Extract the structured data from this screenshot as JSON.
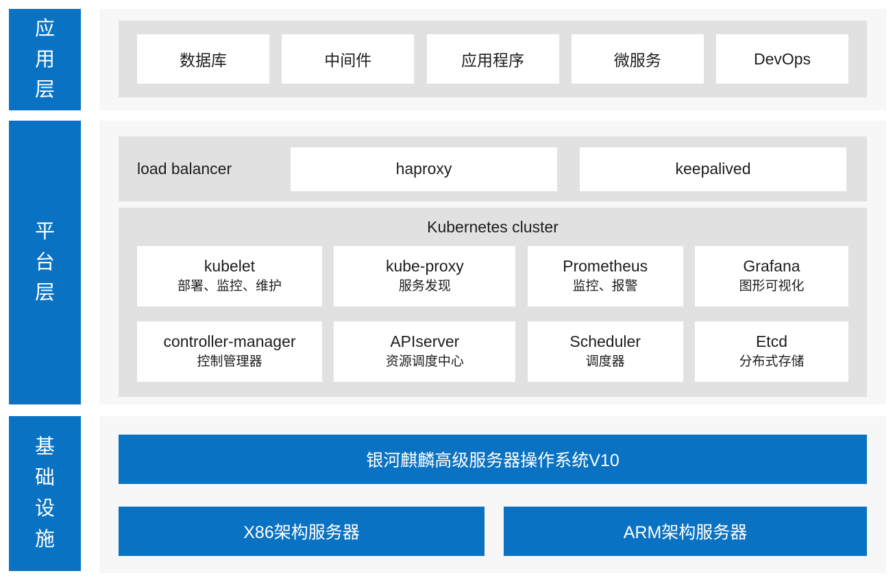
{
  "colors": {
    "accent_blue": "#0a72c2",
    "panel_bg": "#f7f7f8",
    "band_bg": "#e1e1e1",
    "box_bg": "#ffffff",
    "text_dark": "#1c1c1c",
    "text_light": "#ffffff"
  },
  "sidebar": {
    "application": "应用层",
    "platform": "平台层",
    "infrastructure": "基础设施"
  },
  "application_layer": {
    "boxes": [
      "数据库",
      "中间件",
      "应用程序",
      "微服务",
      "DevOps"
    ]
  },
  "platform_layer": {
    "load_balancer_label": "load balancer",
    "haproxy": "haproxy",
    "keepalived": "keepalived",
    "kubernetes_title": "Kubernetes cluster",
    "components": [
      {
        "name": "kubelet",
        "desc": "部署、监控、维护"
      },
      {
        "name": "kube-proxy",
        "desc": "服务发现"
      },
      {
        "name": "Prometheus",
        "desc": "监控、报警"
      },
      {
        "name": "Grafana",
        "desc": "图形可视化"
      },
      {
        "name": "controller-manager",
        "desc": "控制管理器"
      },
      {
        "name": "APIserver",
        "desc": "资源调度中心"
      },
      {
        "name": "Scheduler",
        "desc": "调度器"
      },
      {
        "name": "Etcd",
        "desc": "分布式存储"
      }
    ]
  },
  "infrastructure_layer": {
    "os": "银河麒麟高级服务器操作系统V10",
    "x86": "X86架构服务器",
    "arm": "ARM架构服务器"
  }
}
